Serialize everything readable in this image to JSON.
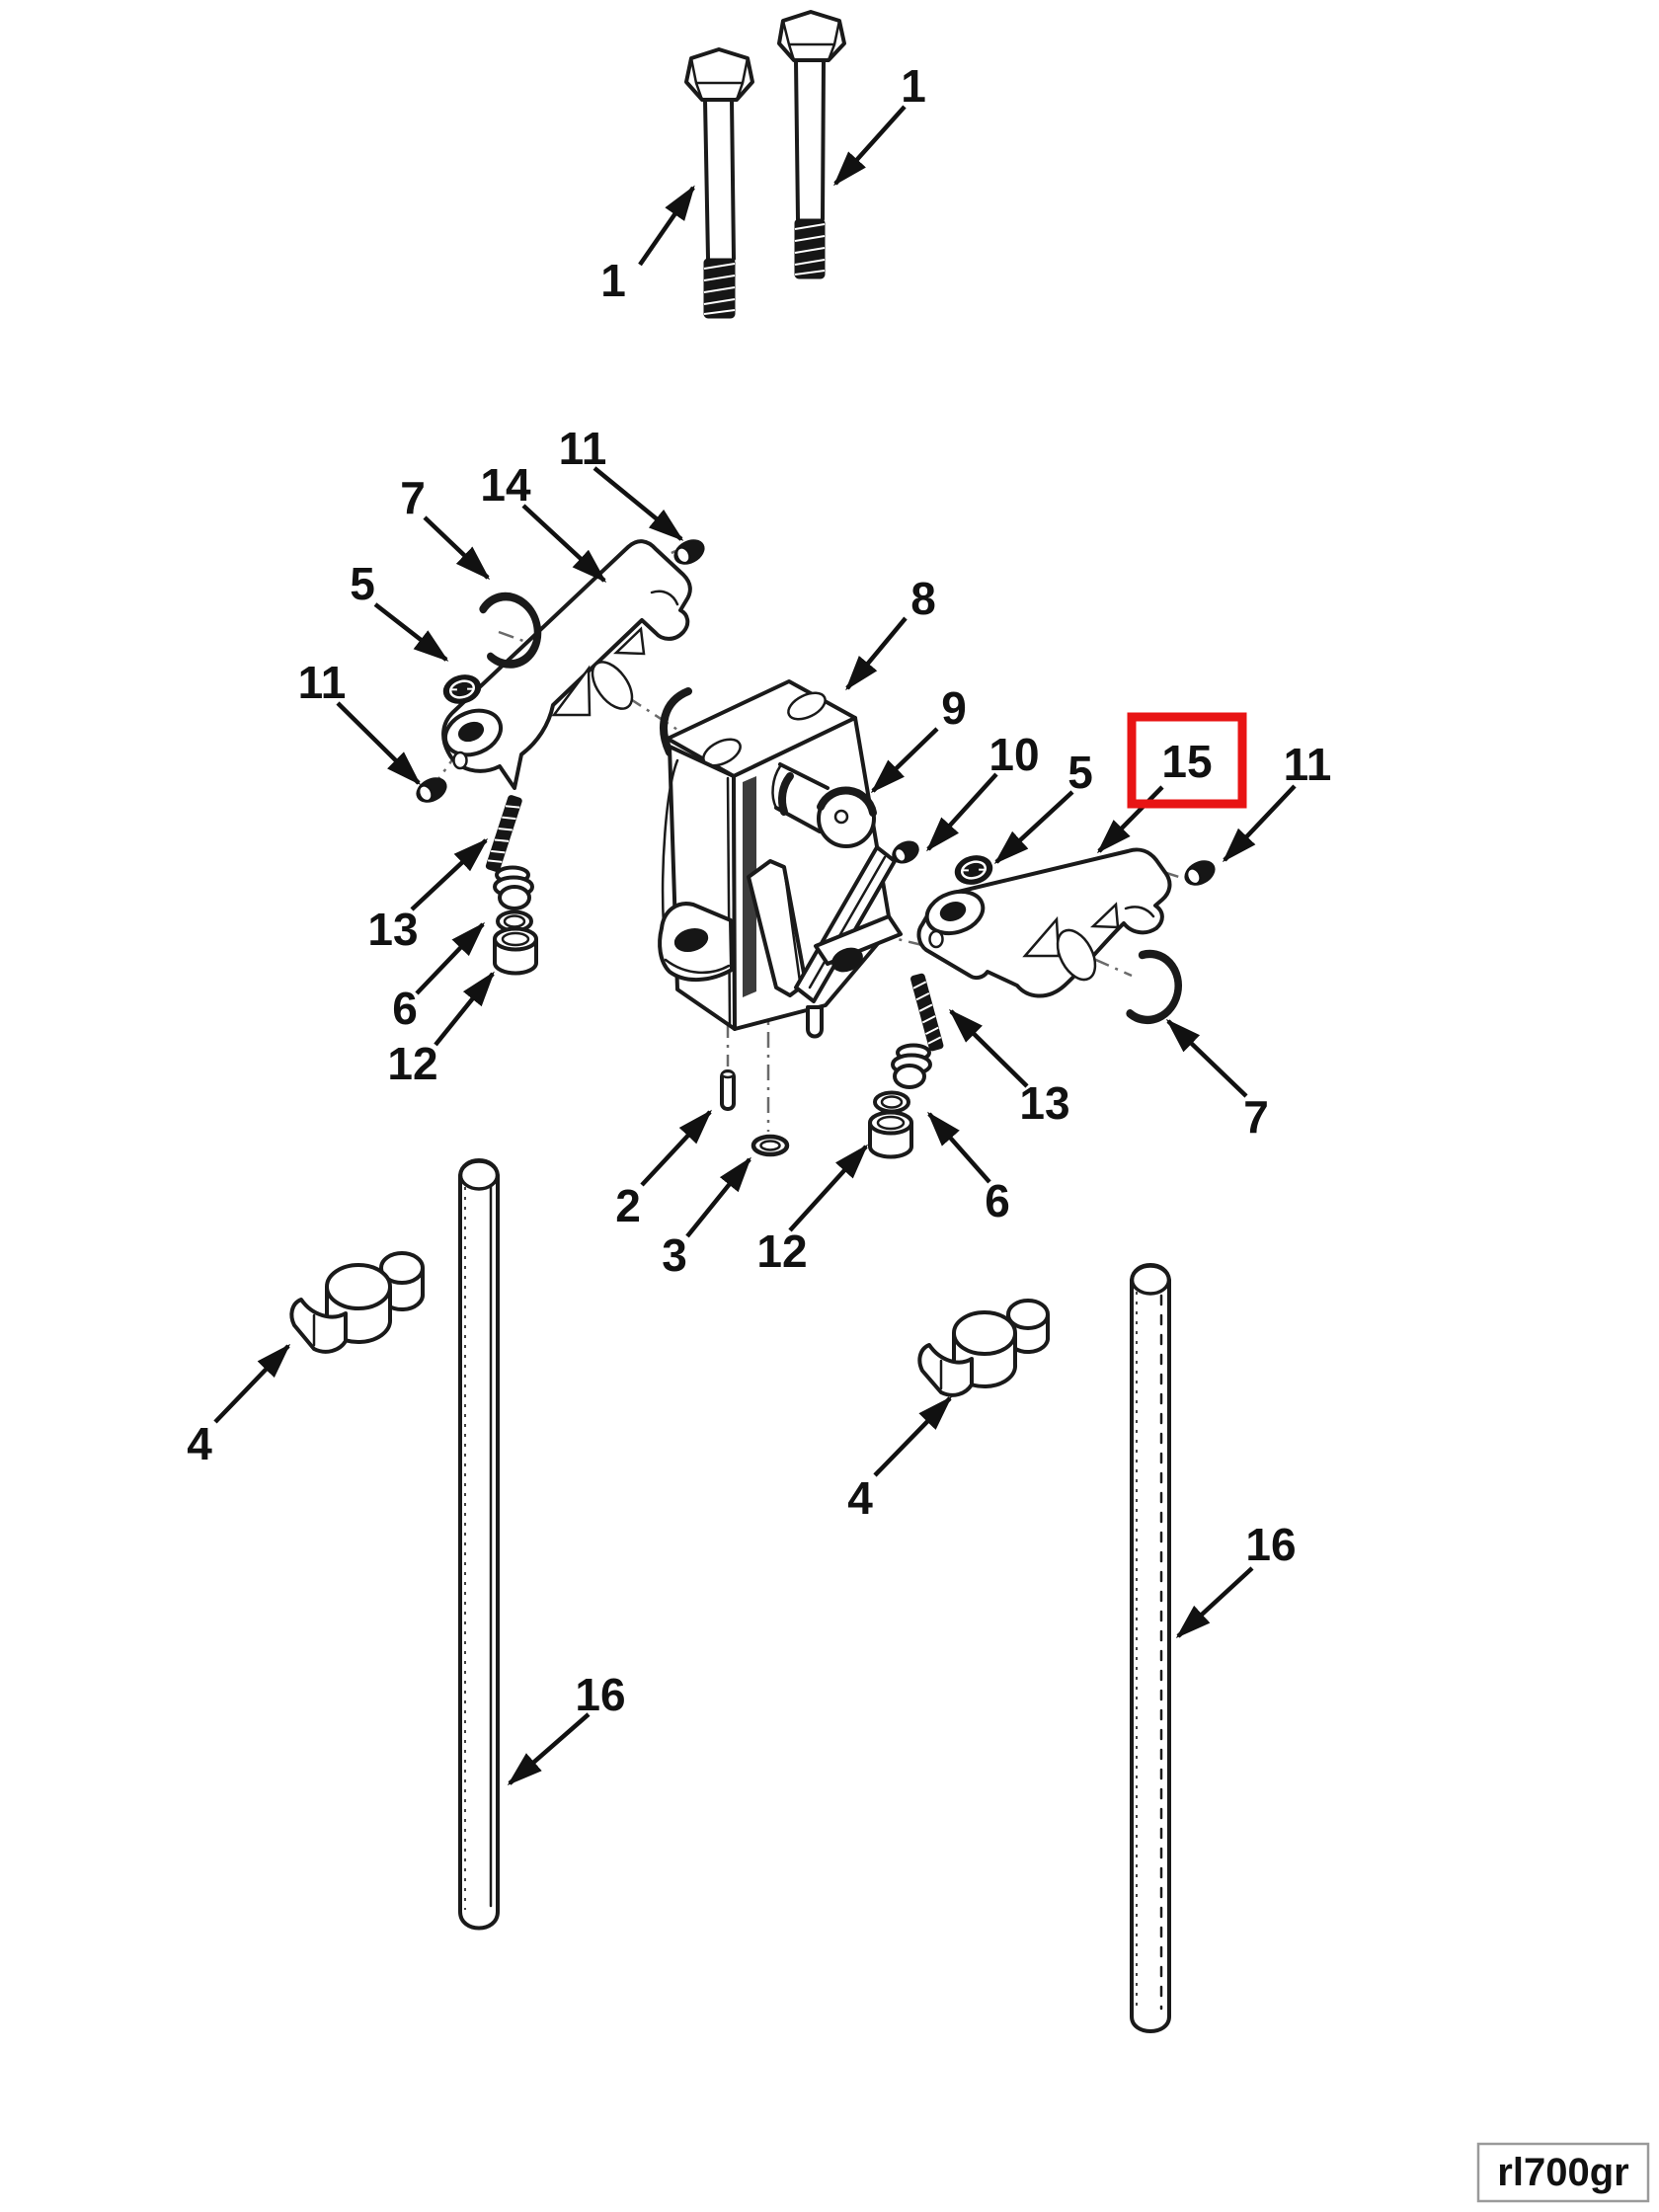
{
  "diagram": {
    "drawing_code": "rl700gr",
    "highlighted_part": "15",
    "colors": {
      "highlight_box": "#e81414",
      "line": "#1a1a1a",
      "background": "#ffffff"
    },
    "labels": {
      "n1": "1",
      "n2": "2",
      "n3": "3",
      "n4": "4",
      "n5": "5",
      "n6": "6",
      "n7": "7",
      "n8": "8",
      "n9": "9",
      "n10": "10",
      "n11": "11",
      "n12": "12",
      "n13": "13",
      "n14": "14",
      "n15": "15",
      "n16": "16"
    }
  }
}
